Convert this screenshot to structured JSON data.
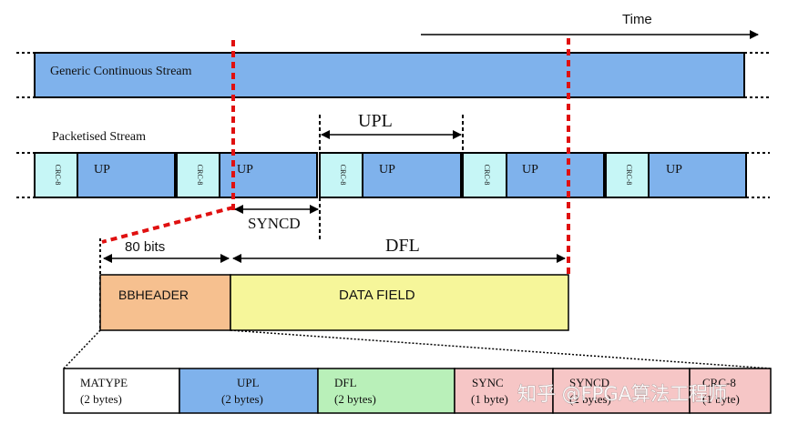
{
  "time_label": "Time",
  "generic_stream_label": "Generic Continuous Stream",
  "packetised_stream_label": "Packetised Stream",
  "upl_label": "UPL",
  "syncd_label": "SYNCD",
  "header_bits_label": "80 bits",
  "dfl_label": "DFL",
  "bbheader_label": "BBHEADER",
  "data_field_label": "DATA FIELD",
  "crc_label": "CRC-8",
  "up_label": "UP",
  "packets": [
    {
      "crc": "CRC-8",
      "up": "UP"
    },
    {
      "crc": "CRC-8",
      "up": "UP"
    },
    {
      "crc": "CRC-8",
      "up": "UP"
    },
    {
      "crc": "CRC-8",
      "up": "UP"
    },
    {
      "crc": "CRC-8",
      "up": "UP"
    }
  ],
  "header_fields": [
    {
      "name": "MATYPE",
      "size": "(2 bytes)",
      "color": "#ffffff"
    },
    {
      "name": "UPL",
      "size": "(2 bytes)",
      "color": "#7fb2ec"
    },
    {
      "name": "DFL",
      "size": "(2 bytes)",
      "color": "#b9f0b9"
    },
    {
      "name": "SYNC",
      "size": "(1 byte)",
      "color": "#f6c6c6"
    },
    {
      "name": "SYNCD",
      "size": "(2 bytes)",
      "color": "#f6c6c6"
    },
    {
      "name": "CRC-8",
      "size": "(1 byte)",
      "color": "#f6c6c6"
    }
  ],
  "colors": {
    "stream_blue": "#7fb2ec",
    "crc_cyan": "#c6f6f6",
    "bbheader_orange": "#f6c08f",
    "data_field_yellow": "#f6f69a",
    "red_marker": "#e01010"
  },
  "watermark": "知乎 @FPGA算法工程师"
}
